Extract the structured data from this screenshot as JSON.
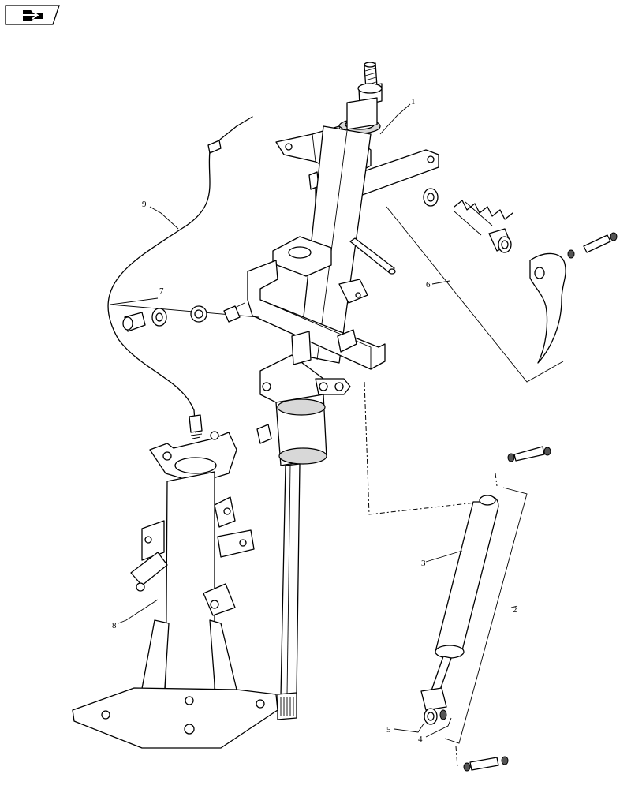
{
  "toolbar": {
    "nav_icon": "page-navigation-icon"
  },
  "diagram": {
    "callouts": [
      {
        "id": "item-1",
        "label": "1"
      },
      {
        "id": "item-2",
        "label": "2"
      },
      {
        "id": "item-3",
        "label": "3"
      },
      {
        "id": "item-4",
        "label": "4"
      },
      {
        "id": "item-5",
        "label": "5"
      },
      {
        "id": "item-6",
        "label": "6"
      },
      {
        "id": "item-7",
        "label": "7"
      },
      {
        "id": "item-8",
        "label": "8"
      },
      {
        "id": "item-9",
        "label": "9"
      }
    ]
  }
}
